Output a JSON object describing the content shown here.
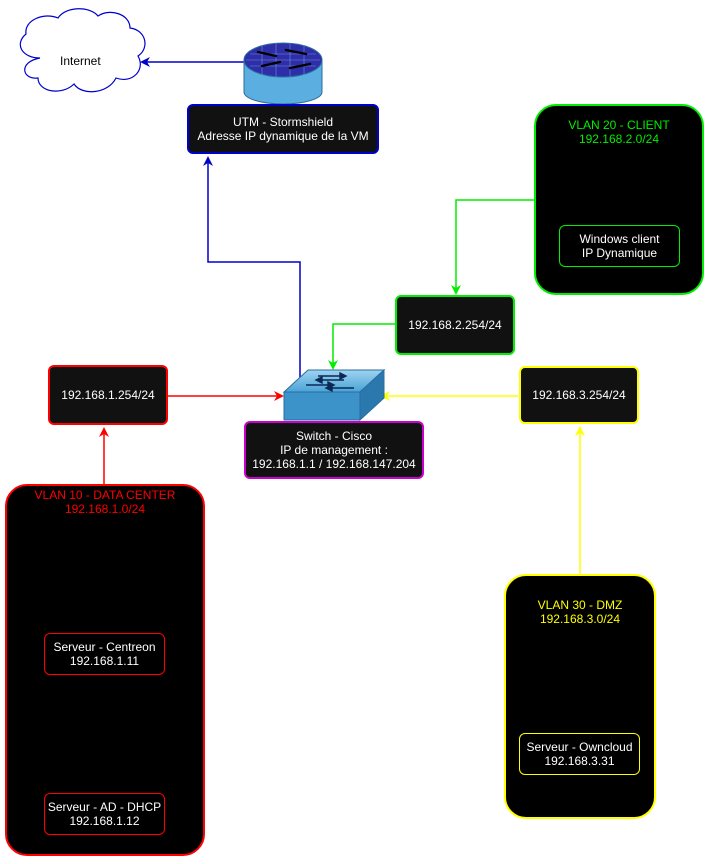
{
  "colors": {
    "blue": "#0000cc",
    "red": "#ff0000",
    "green": "#00ee00",
    "yellow": "#ffff00",
    "magenta": "#cc00cc",
    "box_fill": "#111111",
    "vlan_fill": "#000000",
    "cloud_stroke": "#0000cc"
  },
  "internet": {
    "label": "Internet"
  },
  "utm": {
    "line1": "UTM - Stormshield",
    "line2": "Adresse IP dynamique de la VM"
  },
  "switch": {
    "line1": "Switch - Cisco",
    "line2": "IP de management :",
    "line3": "192.168.1.1 / 192.168.147.204"
  },
  "gateways": {
    "vlan10": "192.168.1.254/24",
    "vlan20": "192.168.2.254/24",
    "vlan30": "192.168.3.254/24"
  },
  "vlan10": {
    "title": "VLAN 10 - DATA CENTER",
    "subnet": "192.168.1.0/24",
    "servers": [
      {
        "name": "Serveur - Centreon",
        "ip": "192.168.1.11"
      },
      {
        "name": "Serveur - AD - DHCP",
        "ip": "192.168.1.12"
      }
    ]
  },
  "vlan20": {
    "title": "VLAN 20 - CLIENT",
    "subnet": "192.168.2.0/24",
    "client": {
      "name": "Windows client",
      "ip": "IP Dynamique"
    }
  },
  "vlan30": {
    "title": "VLAN 30 - DMZ",
    "subnet": "192.168.3.0/24",
    "server": {
      "name": "Serveur - Owncloud",
      "ip": "192.168.3.31"
    }
  }
}
